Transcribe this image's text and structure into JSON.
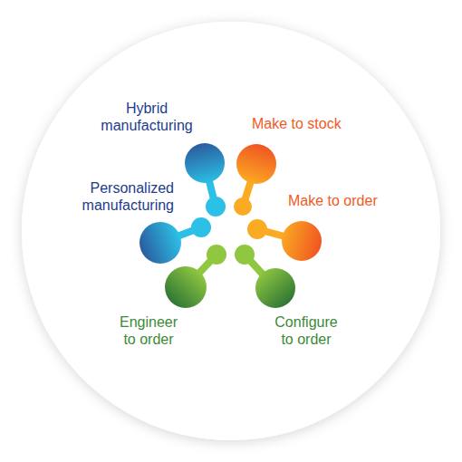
{
  "diagram": {
    "nodes": [
      {
        "text": [
          "Hybrid manufacturing"
        ]
      },
      {
        "text": [
          "Make to stock"
        ]
      },
      {
        "text": [
          "Personalized manufacturing"
        ]
      },
      {
        "text": [
          "Make to order"
        ]
      },
      {
        "text": [
          "Engineer to order"
        ]
      },
      {
        "text": [
          "Configure to order"
        ]
      }
    ]
  }
}
